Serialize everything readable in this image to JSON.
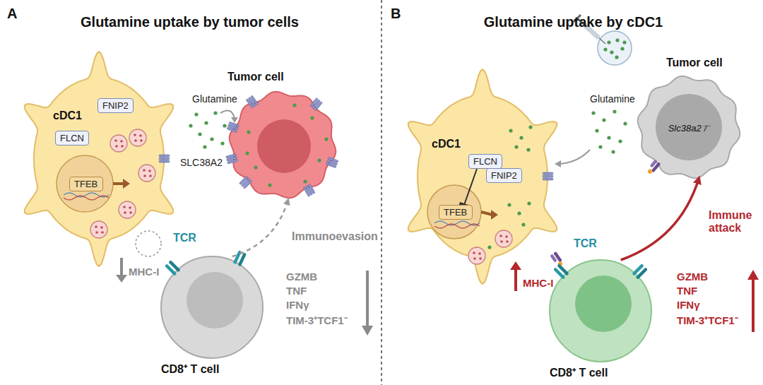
{
  "diagram": {
    "nodes": [
      {
        "text": [
          "Glutamine uptake by tumor cells"
        ]
      },
      {
        "text": [
          "cDC1"
        ],
        "in": 0
      },
      {
        "text": [
          "FNIP2"
        ],
        "in": 1
      },
      {
        "text": [
          "FLCN"
        ],
        "in": 1
      },
      {
        "text": [
          "TFEB"
        ],
        "in": 1
      },
      {
        "text": [
          "Tumor cell"
        ],
        "in": 0
      },
      {
        "text": [
          "CD8⁺ T cell"
        ],
        "in": 0
      },
      {
        "text": [
          "Glutamine uptake by cDC1"
        ]
      },
      {
        "text": [
          "cDC1"
        ],
        "in": 7
      },
      {
        "text": [
          "FLCN"
        ],
        "in": 8
      },
      {
        "text": [
          "FNIP2"
        ],
        "in": 8
      },
      {
        "text": [
          "TFEB"
        ],
        "in": 8
      },
      {
        "text": [
          "Tumor cell",
          "Slc38a2⁻/⁻"
        ],
        "in": 7
      },
      {
        "text": [
          "CD8⁺ T cell"
        ],
        "in": 7
      }
    ],
    "edges": [
      {
        "from": 6,
        "to": 5,
        "label": "Immunoevasion",
        "arrow": "to"
      },
      {
        "from": 13,
        "to": 12,
        "label": "Immune attack",
        "arrow": "to"
      },
      {
        "from": 9,
        "to": 11,
        "arrow": "to"
      }
    ],
    "labels": [
      "A",
      "Glutamine",
      "SLC38A2",
      "TCR",
      "MHC-I",
      "GZMB",
      "TNF",
      "IFNγ",
      "TIM-3⁺TCF1⁻",
      "B",
      "Glutamine",
      "TCR",
      "MHC-I",
      "GZMB",
      "TNF",
      "IFNγ",
      "TIM-3⁺TCF1⁻"
    ]
  }
}
